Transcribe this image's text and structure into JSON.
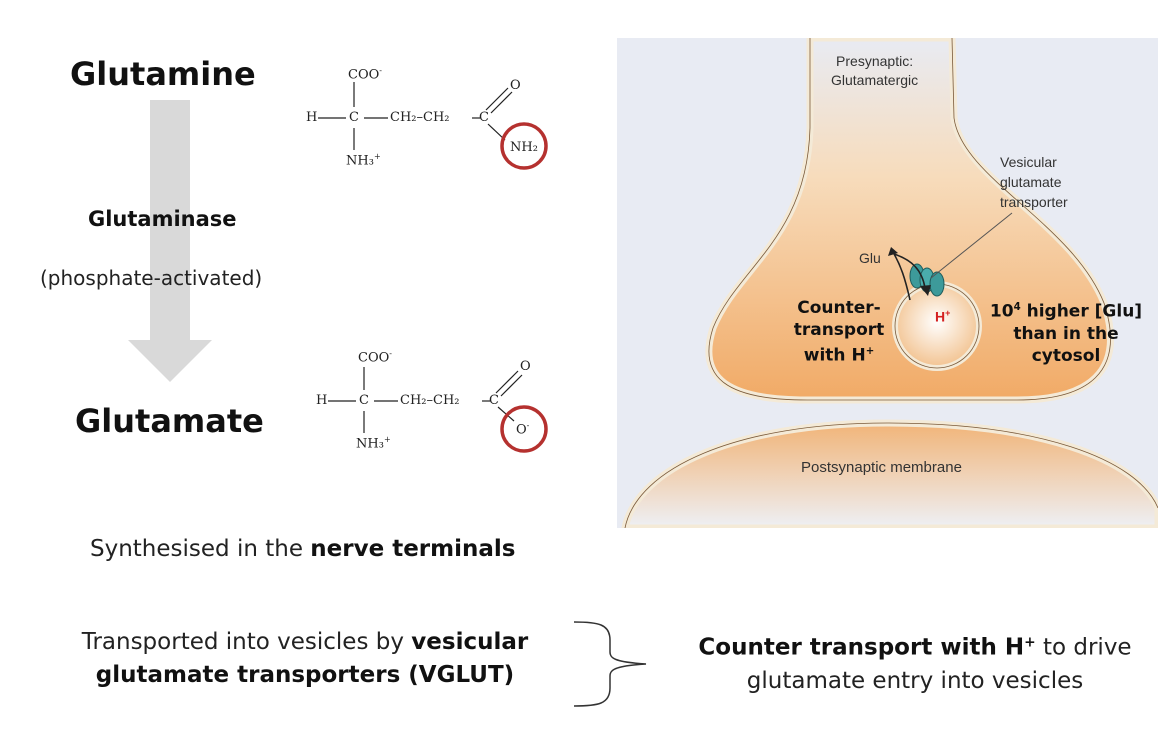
{
  "left": {
    "glutamine_title": "Glutamine",
    "enzyme_label": "Glutaminase",
    "enzyme_note": "(phosphate-activated)",
    "glutamate_title": "Glutamate",
    "glutamine_structure": {
      "top_group": "COO",
      "top_charge": "-",
      "h": "H",
      "chain": "CH₂–CH₂",
      "carbon": "C",
      "oxygen": "O",
      "amine_bottom": "NH₃",
      "amine_bottom_charge": "+",
      "circled_group": "NH₂"
    },
    "glutamate_structure": {
      "top_group": "COO",
      "top_charge": "-",
      "h": "H",
      "chain": "CH₂–CH₂",
      "carbon": "C",
      "oxygen": "O",
      "amine_bottom": "NH₃",
      "amine_bottom_charge": "+",
      "circled_group": "O",
      "circled_charge": "-"
    },
    "highlight_color": "#b5312f"
  },
  "panel": {
    "presynaptic_label_line1": "Presynaptic:",
    "presynaptic_label_line2": "Glutamatergic",
    "vglut_label_line1": "Vesicular",
    "vglut_label_line2": "glutamate",
    "vglut_label_line3": "transporter",
    "glu_label": "Glu",
    "h_label": "H",
    "h_sup": "+",
    "counter_line1": "Counter-",
    "counter_line2": "transport",
    "counter_line3": "with H",
    "counter_sup": "+",
    "higher_line1_base": "10",
    "higher_line1_sup": "4",
    "higher_line1_rest": " higher [Glu]",
    "higher_line2": "than in the",
    "higher_line3": "cytosol",
    "postsynaptic_label": "Postsynaptic membrane",
    "background_color": "#e8ebf3",
    "terminal_color": "#f3b77a",
    "membrane_color": "#f4ead7",
    "proton_color": "#d42020",
    "transporter_color": "#3d9a9a"
  },
  "bottom": {
    "synth_prefix": "Synthesised in the ",
    "synth_bold": "nerve terminals",
    "transport_line1_prefix": "Transported into vesicles by ",
    "transport_line1_bold": "vesicular",
    "transport_line2_bold": "glutamate transporters (VGLUT)",
    "counter_bold": "Counter transport with H",
    "counter_sup": "+",
    "counter_rest": " to drive",
    "counter_line2": "glutamate entry into vesicles"
  }
}
